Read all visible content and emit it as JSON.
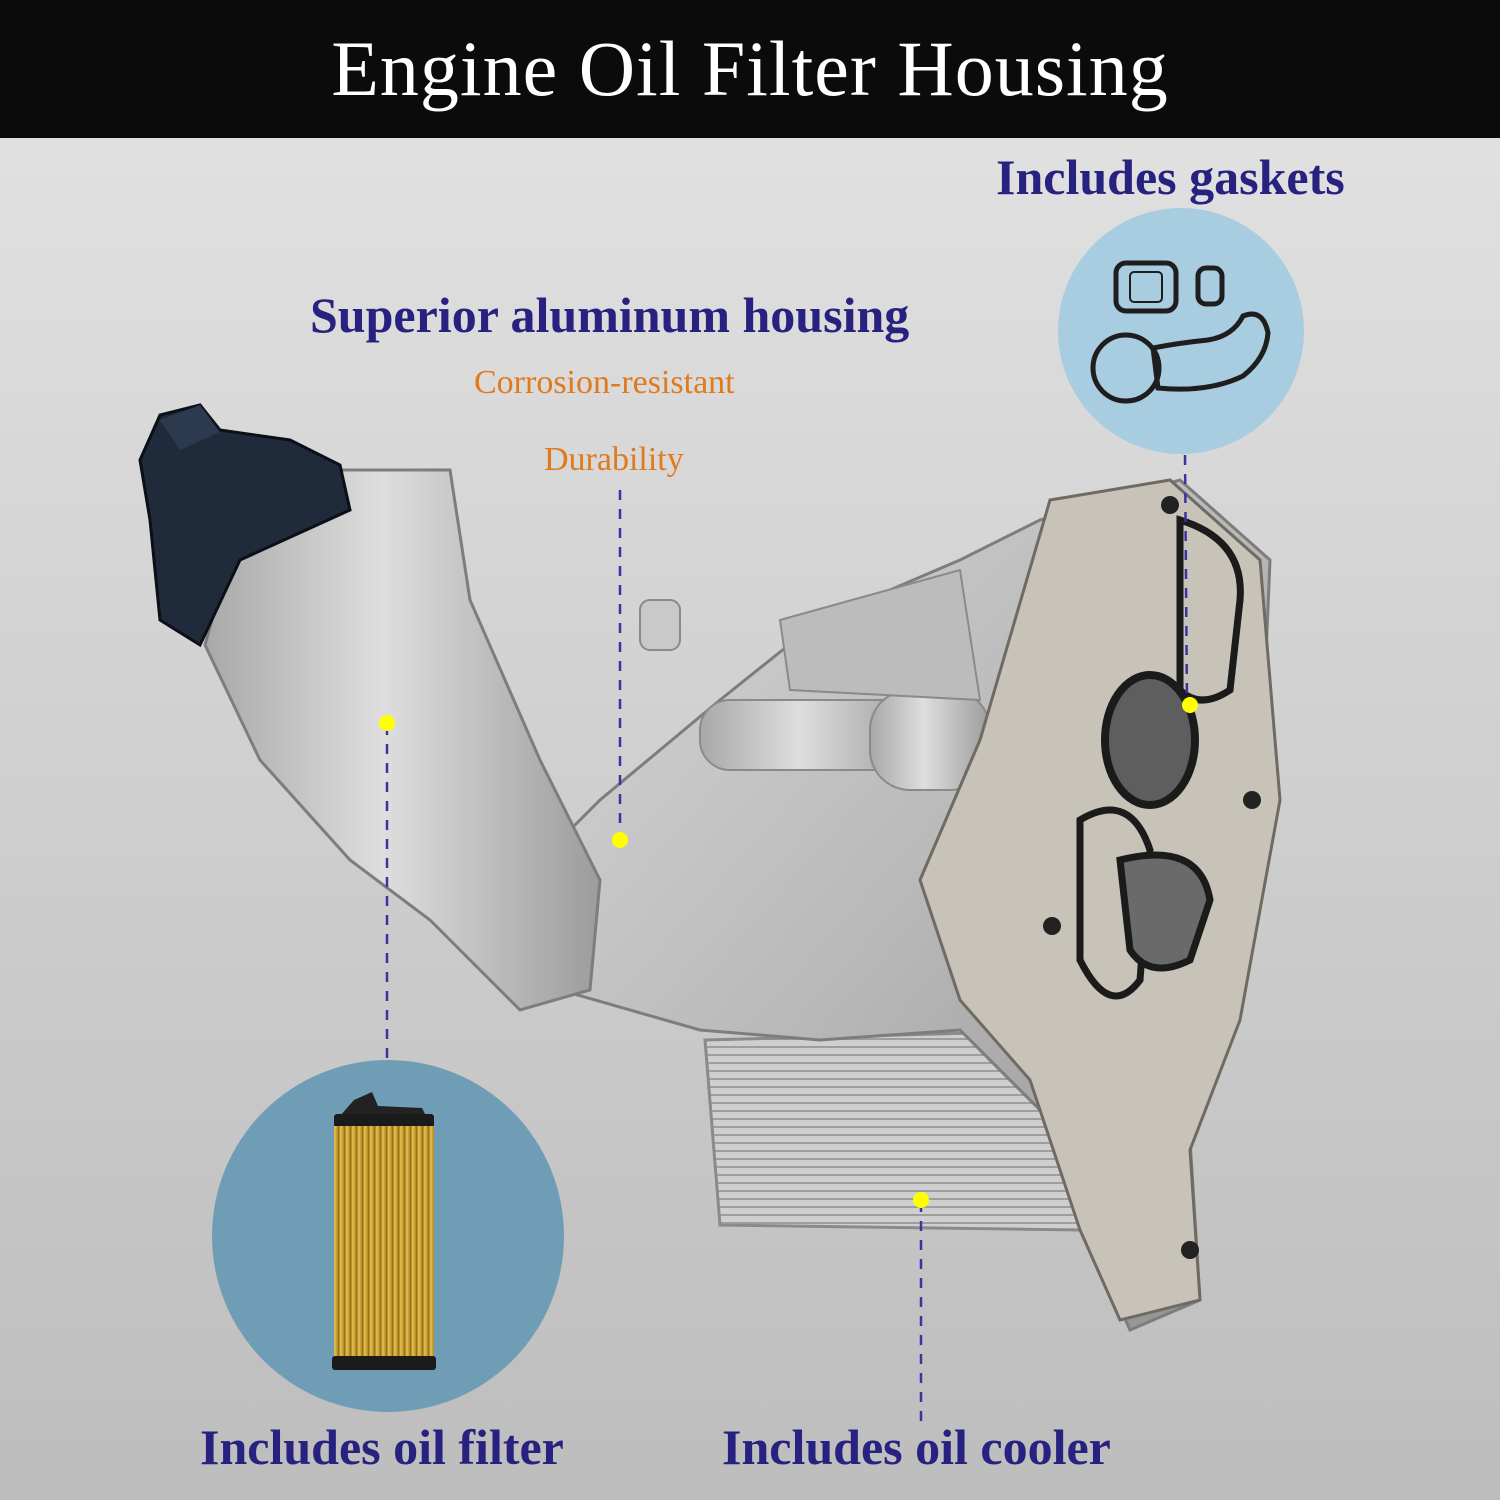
{
  "banner": {
    "title": "Engine Oil Filter Housing"
  },
  "callouts": {
    "gaskets": "Includes gaskets",
    "housing": "Superior aluminum housing",
    "housing_feature_1": "Corrosion-resistant",
    "housing_feature_2": "Durability",
    "oil_filter": "Includes oil filter",
    "oil_cooler": "Includes oil cooler"
  },
  "colors": {
    "banner": "#0b0b0b",
    "callout_text": "#27227f",
    "feature_text": "#e07a1f",
    "marker_dot": "#ffff00",
    "gasket_circle": "#a9cde0",
    "filter_circle": "#6f9db6"
  }
}
